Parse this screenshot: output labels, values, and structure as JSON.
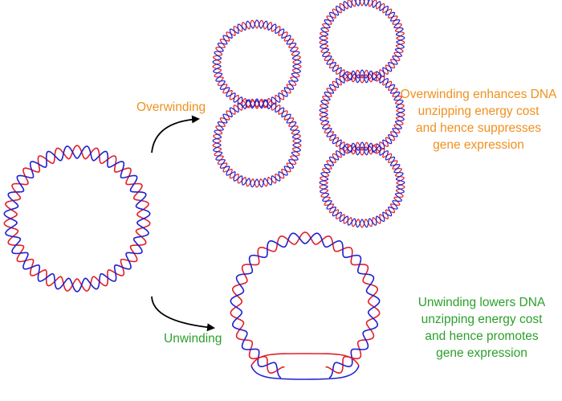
{
  "labels": {
    "overwinding": "Overwinding",
    "unwinding": "Unwinding"
  },
  "captions": {
    "overwinding": [
      "Overwinding enhances DNA",
      "unzipping energy cost",
      "and hence suppresses",
      "gene expression"
    ],
    "unwinding": [
      "Unwinding lowers DNA",
      "unzipping energy cost",
      "and hence promotes",
      "gene expression"
    ]
  },
  "colors": {
    "strand_a": "#e0202a",
    "strand_b": "#2020d0",
    "arrow": "#000000",
    "overwinding_text": "#f0901e",
    "unwinding_text": "#2ca02c"
  }
}
